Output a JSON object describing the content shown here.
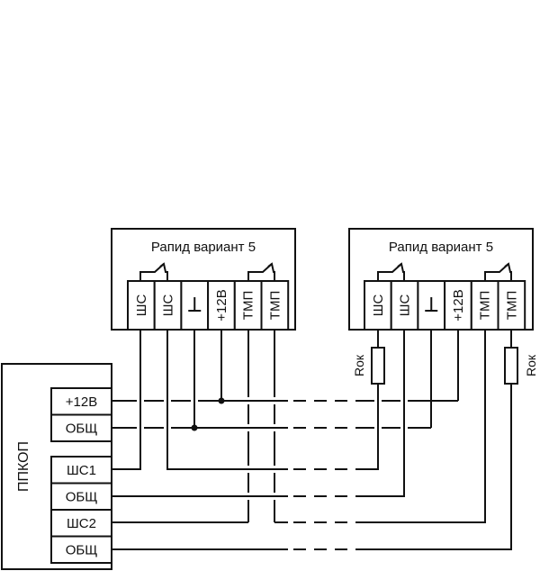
{
  "diagram": {
    "type": "wiring-diagram",
    "devices": [
      {
        "id": "rapid-1",
        "title": "Рапид  вариант 5",
        "terminals": [
          "ШС",
          "ШС",
          "⊥",
          "+12В",
          "ТМП",
          "ТМП"
        ],
        "has_resistors": false
      },
      {
        "id": "rapid-2",
        "title": "Рапид  вариант 5",
        "terminals": [
          "ШС",
          "ШС",
          "⊥",
          "+12В",
          "ТМП",
          "ТМП"
        ],
        "has_resistors": true,
        "resistor_label": "Rок"
      }
    ],
    "panel": {
      "label": "ППКОП",
      "power_terminals": [
        "+12В",
        "ОБЩ"
      ],
      "loop_terminals": [
        "ШС1",
        "ОБЩ",
        "ШС2",
        "ОБЩ"
      ]
    },
    "connections": [
      {
        "from": "ППКОП +12В",
        "to": [
          "Рапид 1 +12В",
          "Рапид 2 +12В"
        ],
        "junction": true
      },
      {
        "from": "ППКОП ОБЩ",
        "to": [
          "Рапид 1 ⊥",
          "Рапид 2 ⊥"
        ],
        "junction": true
      },
      {
        "from": "ППКОП ШС1",
        "to": "Рапид 1 ШС (1)"
      },
      {
        "from": "Рапид 1 ШС (2)",
        "to": "Рапид 2 ШС (1) via Rок"
      },
      {
        "from": "ППКОП ОБЩ",
        "to": "Рапид 2 ШС (2)"
      },
      {
        "from": "ППКОП ШС2",
        "to": "Рапид 1 ТМП (1)"
      },
      {
        "from": "Рапид 1 ТМП (2)",
        "to": "Рапид 2 ТМП (1)"
      },
      {
        "from": "ППКОП ОБЩ",
        "to": "Рапид 2 ТМП (2) via Rок"
      }
    ]
  }
}
